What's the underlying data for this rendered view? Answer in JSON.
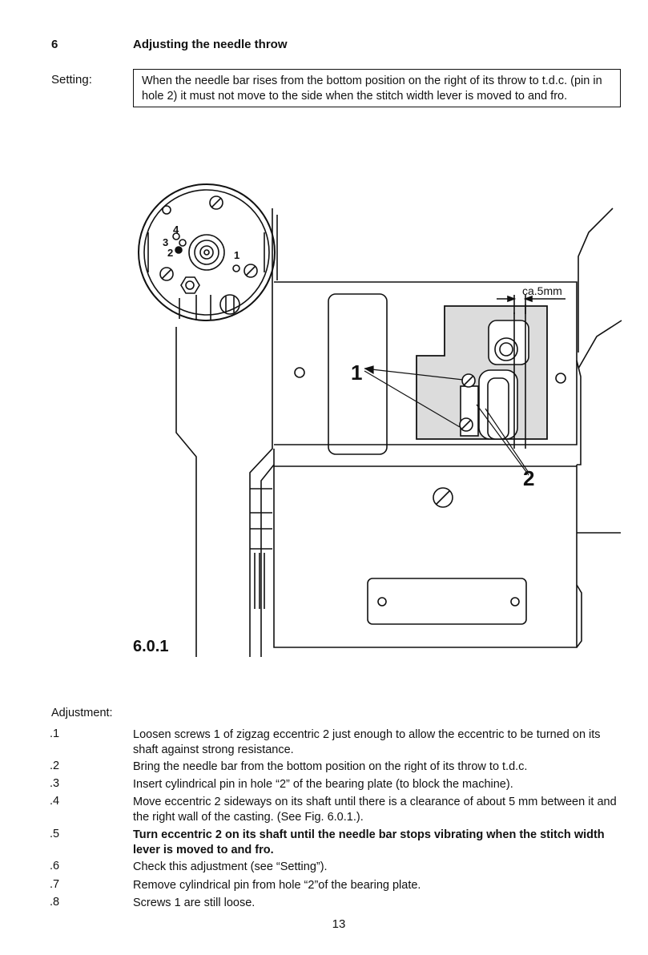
{
  "section": {
    "number": "6",
    "title": "Adjusting the needle throw"
  },
  "setting": {
    "label": "Setting:",
    "text": "When the needle bar rises from the bottom position on the right of its throw to t.d.c. (pin in hole 2) it must not move to the side when the  stitch width lever is moved to and fro."
  },
  "figure": {
    "label": "6.0.1",
    "callouts": {
      "screws": "1",
      "eccentric": "2",
      "clearance": "ca.5mm",
      "hole_1": "1",
      "hole_2": "2",
      "hole_3": "3",
      "hole_4": "4"
    }
  },
  "adjustment": {
    "label": "Adjustment:",
    "steps": [
      {
        "num": ".1",
        "text": "Loosen screws 1 of zigzag eccentric 2 just enough to allow the eccentric to be turned on its shaft against strong resistance."
      },
      {
        "num": ".2",
        "text": "Bring the needle bar from the bottom position on the right of its throw to t.d.c."
      },
      {
        "num": ".3",
        "text": "Insert cylindrical pin in hole “2” of the bearing plate (to block the machine)."
      },
      {
        "num": ".4",
        "text": "Move eccentric 2 sideways on its shaft until there is a clearance of about 5 mm between it and the right wall of the casting. (See Fig. 6.0.1.)."
      },
      {
        "num": ".5",
        "text": "Turn eccentric 2 on its shaft until the needle bar stops vibrating when the stitch width lever is moved to and fro."
      },
      {
        "num": ".6",
        "text": "Check this adjustment (see “Setting”)."
      },
      {
        "num": ".7",
        "text": "Remove cylindrical pin from hole “2”of the bearing plate."
      },
      {
        "num": ".8",
        "text": "Screws 1 are still loose."
      }
    ]
  },
  "page_number": "13"
}
